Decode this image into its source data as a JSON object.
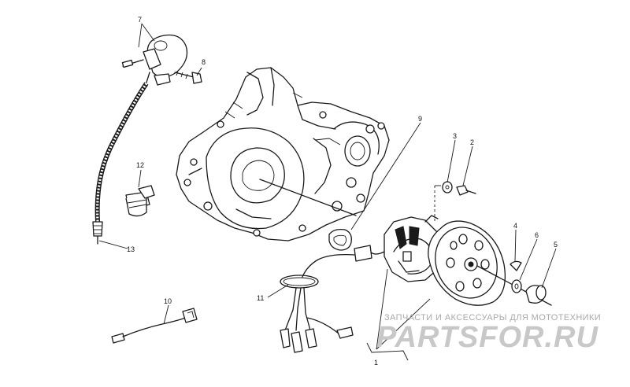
{
  "callouts": {
    "c1": "1",
    "c2": "2",
    "c3": "3",
    "c4": "4",
    "c5": "5",
    "c6": "6",
    "c7": "7",
    "c8": "8",
    "c9": "9",
    "c10": "10",
    "c11": "11",
    "c12": "12",
    "c13": "13"
  },
  "watermark": {
    "line1": "ЗАПЧАСТИ И АКСЕССУАРЫ ДЛЯ МОТОТЕХНИКИ",
    "brand": "PARTSFOR.RU"
  },
  "colors": {
    "line": "#1a1a1a",
    "watermark": "#c8c8c8"
  }
}
